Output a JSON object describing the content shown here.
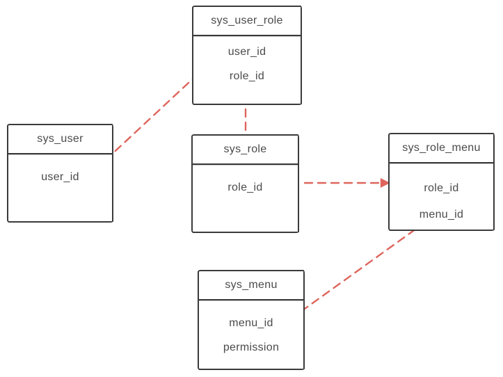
{
  "diagram": {
    "type": "entity-relationship",
    "colors": {
      "background": "#ffffff",
      "entity_border": "#3a3a3a",
      "entity_text": "#4a4a4a",
      "relation_arrow": "#de655c"
    },
    "entities": [
      {
        "title": "sys_user_role",
        "fields": [
          "user_id",
          "role_id"
        ]
      },
      {
        "title": "sys_user",
        "fields": [
          "user_id"
        ]
      },
      {
        "title": "sys_role",
        "fields": [
          "role_id"
        ]
      },
      {
        "title": "sys_role_menu",
        "fields": [
          "role_id",
          "menu_id"
        ]
      },
      {
        "title": "sys_menu",
        "fields": [
          "menu_id",
          "permission"
        ]
      }
    ],
    "relations": [
      {
        "from": "sys_user.user_id",
        "to": "sys_user_role.user_id",
        "style": "dashed-arrow"
      },
      {
        "from": "sys_user_role.role_id",
        "to": "sys_role.role_id",
        "style": "dashed-arrow"
      },
      {
        "from": "sys_role.role_id",
        "to": "sys_role_menu.role_id",
        "style": "dashed-arrow"
      },
      {
        "from": "sys_role_menu.menu_id",
        "to": "sys_menu.menu_id",
        "style": "dashed-arrow"
      }
    ]
  }
}
